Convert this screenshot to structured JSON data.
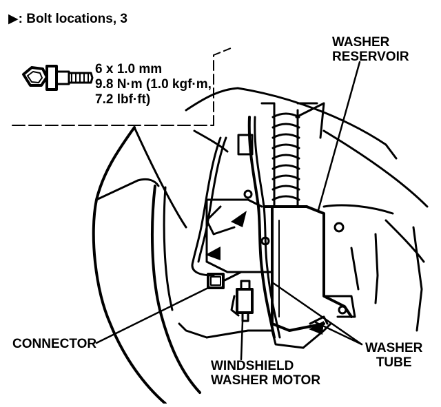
{
  "legend": {
    "marker": "▶",
    "text": ": Bolt locations, 3"
  },
  "bolt_spec": {
    "line1": "6 x 1.0 mm",
    "line2": "9.8 N·m (1.0 kgf·m,",
    "line3": "7.2 lbf·ft)"
  },
  "labels": {
    "reservoir_line1": "WASHER",
    "reservoir_line2": "RESERVOIR",
    "connector": "CONNECTOR",
    "motor_line1": "WINDSHIELD",
    "motor_line2": "WASHER MOTOR",
    "tube_line1": "WASHER",
    "tube_line2": "TUBE"
  },
  "colors": {
    "ink": "#000000",
    "paper": "#ffffff"
  }
}
